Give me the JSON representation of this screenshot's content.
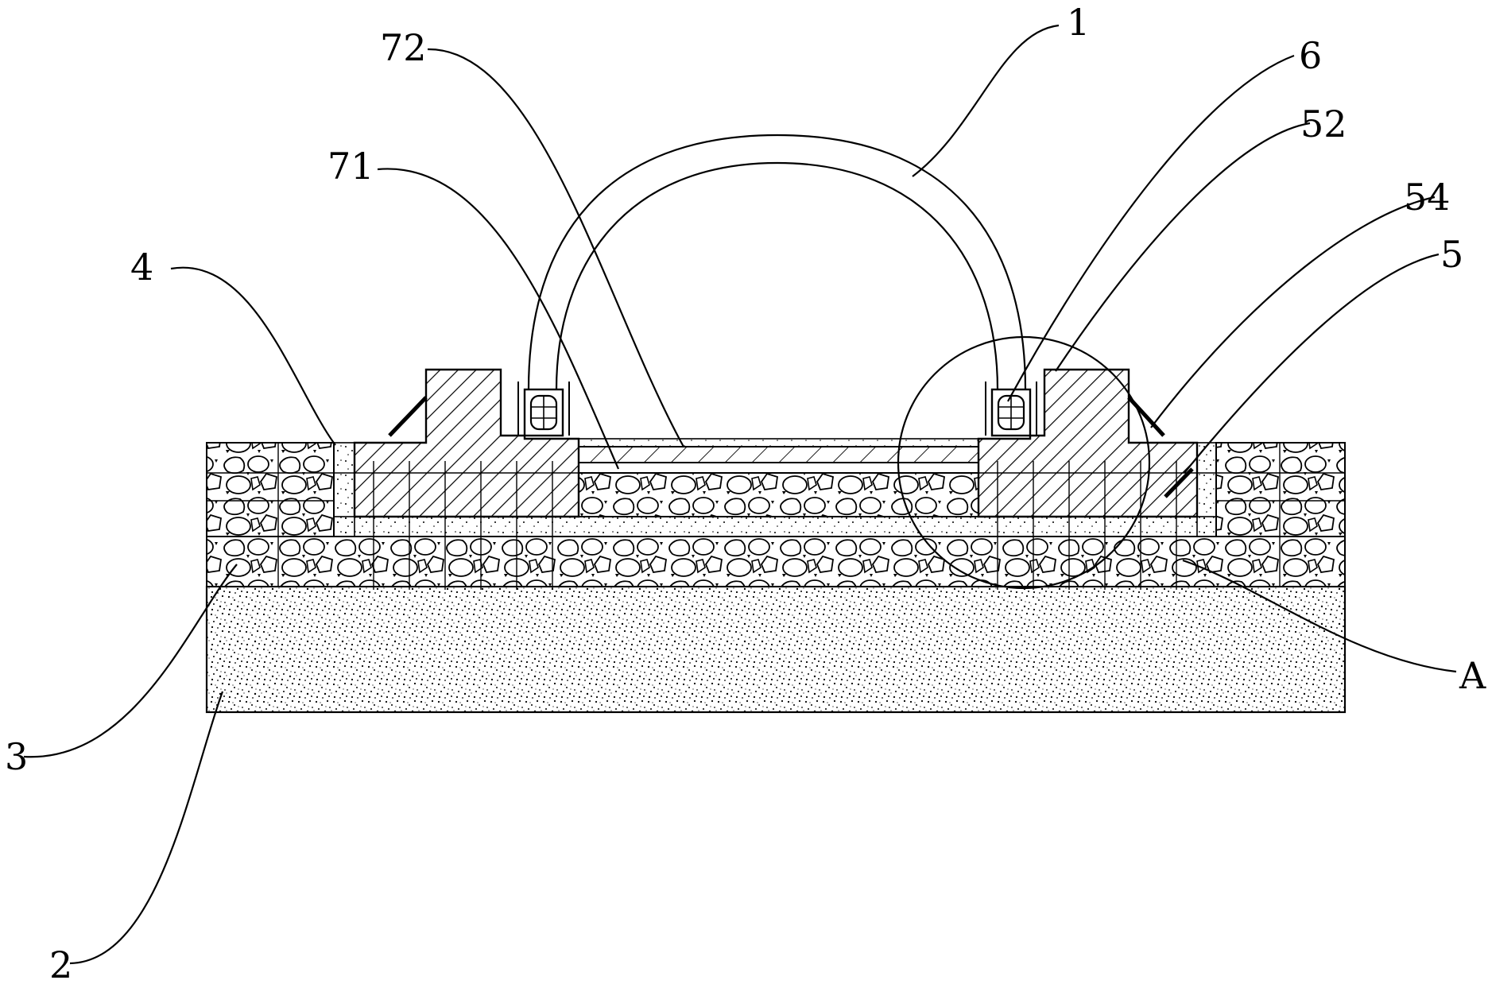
{
  "diagram": {
    "labels": {
      "arch_canopy": "1",
      "base_soil": "2",
      "rubble_layer": "3",
      "fill_zone": "4",
      "right_foundation": "5",
      "track_rail": "6",
      "anchor_bolt": "52",
      "support_brace": "54",
      "gravel_bed": "71",
      "floor_slab": "72",
      "detail_callout": "A"
    }
  }
}
